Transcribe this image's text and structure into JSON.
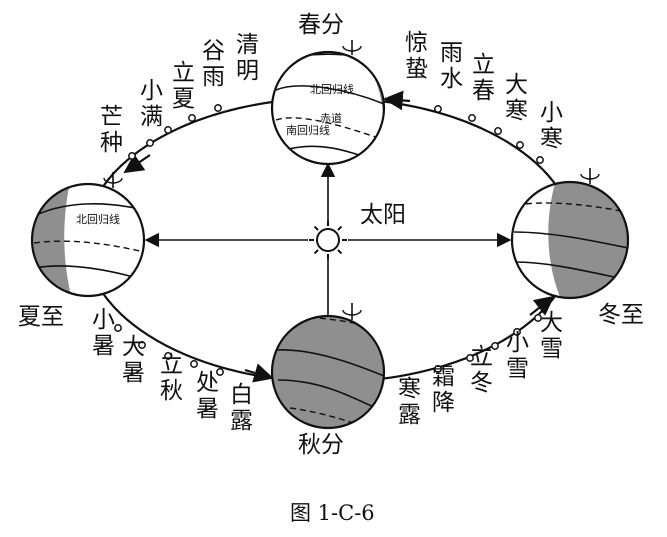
{
  "diagram": {
    "sun_label": "太阳",
    "caption": "图 1-C-6",
    "seasons": {
      "spring": "春分",
      "summer": "夏至",
      "autumn": "秋分",
      "winter": "冬至"
    },
    "globe_labels": {
      "tropic_cancer": "北回归线",
      "equator": "赤道",
      "tropic_capricorn": "南回归线"
    },
    "solar_terms": [
      [
        "惊",
        "蛰"
      ],
      [
        "雨",
        "水"
      ],
      [
        "立",
        "春"
      ],
      [
        "大",
        "寒"
      ],
      [
        "小",
        "寒"
      ],
      [
        "清",
        "明"
      ],
      [
        "谷",
        "雨"
      ],
      [
        "立",
        "夏"
      ],
      [
        "小",
        "满"
      ],
      [
        "芒",
        "种"
      ],
      [
        "小",
        "暑"
      ],
      [
        "大",
        "暑"
      ],
      [
        "立",
        "秋"
      ],
      [
        "处",
        "暑"
      ],
      [
        "白",
        "露"
      ],
      [
        "寒",
        "露"
      ],
      [
        "霜",
        "降"
      ],
      [
        "立",
        "冬"
      ],
      [
        "小",
        "雪"
      ],
      [
        "大",
        "雪"
      ]
    ]
  }
}
